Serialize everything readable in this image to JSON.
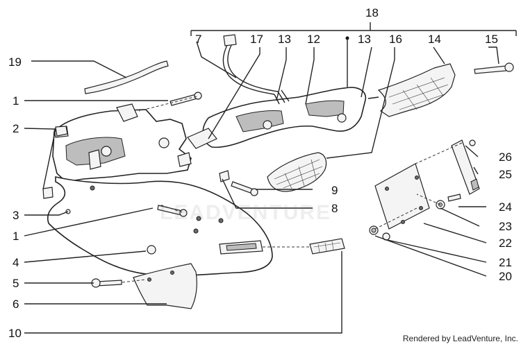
{
  "diagram": {
    "callouts": [
      "18",
      "7",
      "17",
      "13",
      "12",
      "13",
      "16",
      "14",
      "15",
      "19",
      "1",
      "2",
      "26",
      "25",
      "9",
      "3",
      "8",
      "24",
      "23",
      "1",
      "22",
      "4",
      "21",
      "5",
      "20",
      "6",
      "10"
    ]
  },
  "watermark": "LEADVENTURE",
  "credit": "Rendered by LeadVenture, Inc."
}
